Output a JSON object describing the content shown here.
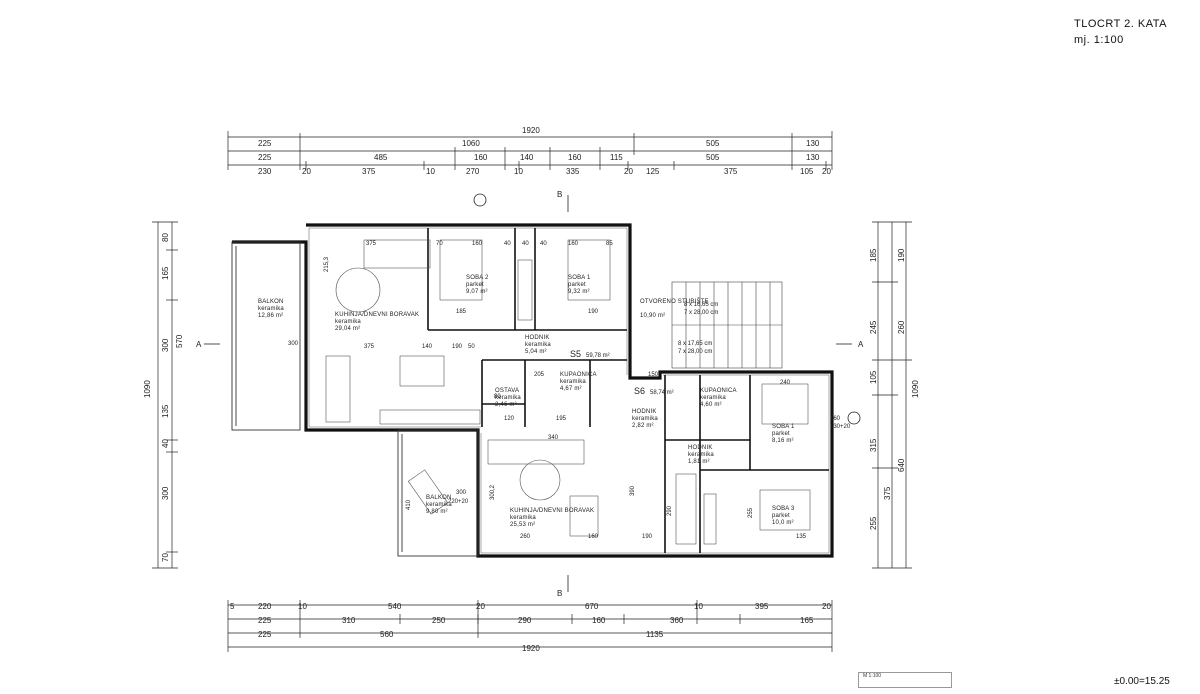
{
  "title": {
    "line1": "TLOCRT 2. KATA",
    "line2": "mj. 1:100"
  },
  "level": "±0.00=15.25",
  "scale_note": "M 1:100",
  "top_dims": {
    "total": "1920",
    "row1": [
      "225",
      "1060",
      "505",
      "130"
    ],
    "row2": [
      "225",
      "485",
      "160",
      "140",
      "160",
      "115",
      "505",
      "130"
    ],
    "row3": [
      "230",
      "20",
      "375",
      "10",
      "270",
      "10",
      "335",
      "20",
      "125",
      "375",
      "105",
      "20"
    ]
  },
  "bottom_dims": {
    "row1": [
      "5",
      "220",
      "10",
      "540",
      "20",
      "670",
      "10",
      "395",
      "20"
    ],
    "row2": [
      "225",
      "310",
      "250",
      "290",
      "160",
      "360",
      "165"
    ],
    "row3": [
      "225",
      "560",
      "1135"
    ],
    "total": "1920"
  },
  "left_dims": {
    "total": "1090",
    "segments": [
      "80",
      "165",
      "570",
      "300",
      "135",
      "40",
      "300",
      "70"
    ]
  },
  "right_dims": {
    "total": "1090",
    "segments": [
      "185",
      "190",
      "245",
      "260",
      "105",
      "315",
      "640",
      "375",
      "255"
    ]
  },
  "section_marks": {
    "a_left": "A",
    "a_right": "A",
    "b_top": "B",
    "b_bottom": "B",
    "s5": "S5",
    "s6": "S6"
  },
  "rooms": [
    {
      "name": "BALKON",
      "floor": "keramika",
      "area": "12,86 m²"
    },
    {
      "name": "KUHINJA/DNEVNI BORAVAK",
      "floor": "keramika",
      "area": "29,04 m²"
    },
    {
      "name": "SOBA 2",
      "floor": "parket",
      "area": "9,07 m²"
    },
    {
      "name": "SOBA 1",
      "floor": "parket",
      "area": "9,32 m²"
    },
    {
      "name": "HODNIK",
      "floor": "keramika",
      "area": "5,04 m²"
    },
    {
      "name": "OSTAVA",
      "floor": "keramika",
      "area": "2,46 m²"
    },
    {
      "name": "KUPAONICA",
      "floor": "keramika",
      "area": "4,67 m²"
    },
    {
      "name": "OTVORENO STUBIŠTE",
      "floor": "",
      "area": "10,90 m²"
    },
    {
      "name": "HODNIK",
      "floor": "keramika",
      "area": "2,82 m²"
    },
    {
      "name": "KUPAONICA",
      "floor": "keramika",
      "area": "4,60 m²"
    },
    {
      "name": "SOBA 1",
      "floor": "parket",
      "area": "8,16 m²"
    },
    {
      "name": "HODNIK",
      "floor": "keramika",
      "area": "1,81 m²"
    },
    {
      "name": "KUHINJA/DNEVNI BORAVAK",
      "floor": "keramika",
      "area": "25,53 m²"
    },
    {
      "name": "BALKON",
      "floor": "keramika",
      "area": "9,80 m²"
    },
    {
      "name": "SOBA 3",
      "floor": "parket",
      "area": "10,0 m²"
    }
  ],
  "unit_totals": {
    "s5": "59,78 m²",
    "s6": "58,74 m²"
  },
  "inner_dims": [
    "375",
    "160",
    "160",
    "70",
    "40",
    "40",
    "40",
    "85",
    "185",
    "190",
    "215,3",
    "300",
    "375",
    "140",
    "190",
    "50",
    "205",
    "150",
    "80",
    "120",
    "195",
    "240",
    "160",
    "130+20",
    "340",
    "260",
    "390",
    "290",
    "160",
    "190",
    "255",
    "135",
    "300,2",
    "410",
    "220+20",
    "300"
  ],
  "stair_notes": [
    "8 x 16,65 cm",
    "7 x 28,00 cm",
    "8 x 17,65 cm",
    "7 x 28,00 cm"
  ]
}
